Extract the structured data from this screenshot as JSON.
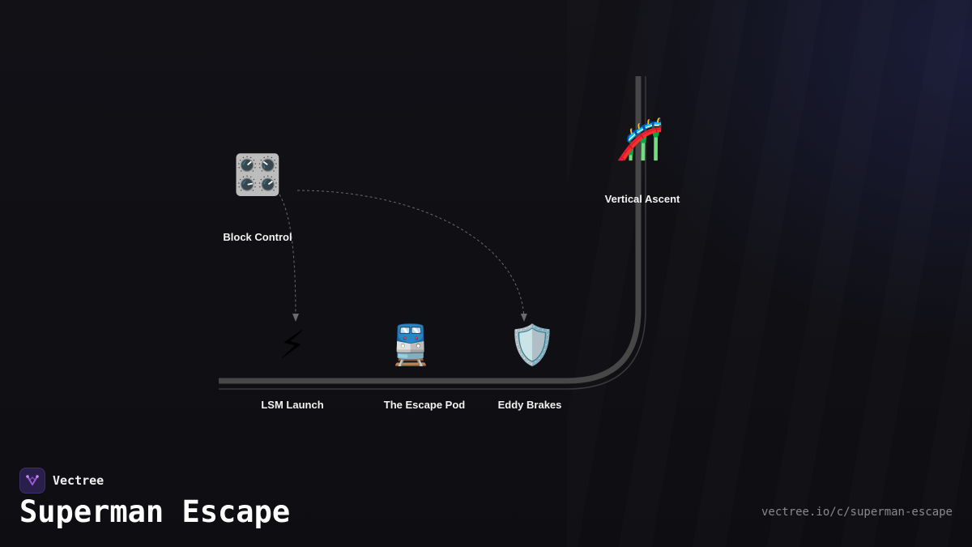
{
  "diagram": {
    "nodes": [
      {
        "id": "block-control",
        "label": "Block Control",
        "icon": "🎛️",
        "icon_name": "control-knobs-icon"
      },
      {
        "id": "lsm-launch",
        "label": "LSM Launch",
        "icon": "⚡",
        "icon_name": "lightning-icon"
      },
      {
        "id": "escape-pod",
        "label": "The Escape Pod",
        "icon": "🚆",
        "icon_name": "train-icon"
      },
      {
        "id": "eddy-brakes",
        "label": "Eddy Brakes",
        "icon": "🛡️",
        "icon_name": "shield-icon"
      },
      {
        "id": "vertical-ascent",
        "label": "Vertical Ascent",
        "icon": "🎢",
        "icon_name": "roller-coaster-icon"
      }
    ],
    "edges": [
      {
        "from": "block-control",
        "to": "lsm-launch",
        "style": "dashed"
      },
      {
        "from": "block-control",
        "to": "eddy-brakes",
        "style": "dashed"
      }
    ],
    "colors": {
      "track": "#464646",
      "edge": "#6b6b6b",
      "label": "#f2f2f2"
    }
  },
  "brand": {
    "name": "Vectree",
    "logo_icon": "vectree-logo-icon"
  },
  "title": "Superman Escape",
  "url": "vectree.io/c/superman-escape"
}
